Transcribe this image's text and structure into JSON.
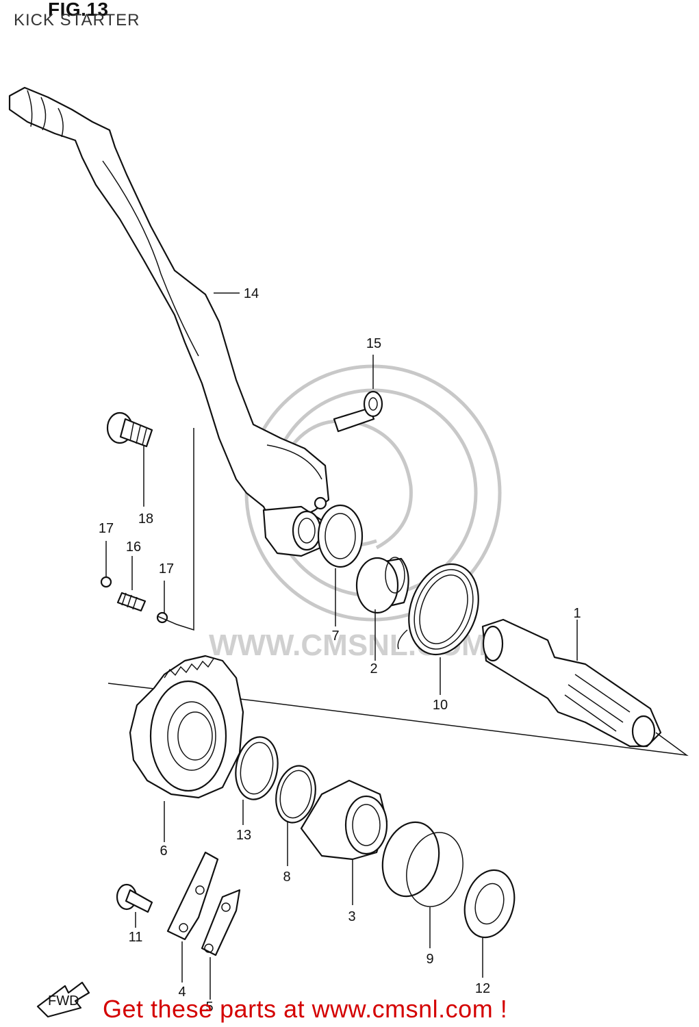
{
  "header": {
    "fig_title": "FIG.13",
    "subtitle": "KICK STARTER"
  },
  "watermark": {
    "text": "WWW.CMSNL.COM"
  },
  "callouts": [
    "1",
    "2",
    "3",
    "4",
    "5",
    "6",
    "7",
    "8",
    "9",
    "10",
    "11",
    "12",
    "13",
    "14",
    "15",
    "16",
    "17",
    "17",
    "18"
  ],
  "fwd_badge": "FWD",
  "footer": {
    "text": "Get these parts at www.cmsnl.com !"
  },
  "colors": {
    "footer": "#d40000",
    "line": "#111111",
    "watermark": "#c8c8c8"
  }
}
